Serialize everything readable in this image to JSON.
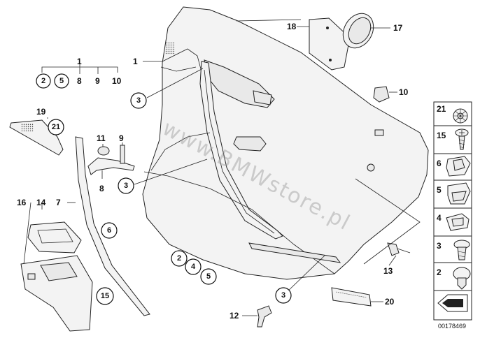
{
  "labels": {
    "l1_top": "1",
    "l2_top": "2",
    "l5_top": "5",
    "l8_top": "8",
    "l9_top": "9",
    "l10_top": "10",
    "l1_main": "1",
    "l3_a": "3",
    "l3_b": "3",
    "l3_c": "3",
    "l18": "18",
    "l17": "17",
    "l10_right": "10",
    "l19": "19",
    "l21": "21",
    "l11": "11",
    "l9_mid": "9",
    "l8_mid": "8",
    "l7": "7",
    "l6": "6",
    "l16": "16",
    "l14": "14",
    "l15": "15",
    "l2_bot": "2",
    "l4_bot": "4",
    "l5_bot": "5",
    "l13": "13",
    "l12": "12",
    "l20": "20"
  },
  "watermark": "www.BMWstore.pl",
  "legend": {
    "items": [
      "21",
      "15",
      "6",
      "5",
      "4",
      "3",
      "2"
    ]
  },
  "reference": "00178469"
}
